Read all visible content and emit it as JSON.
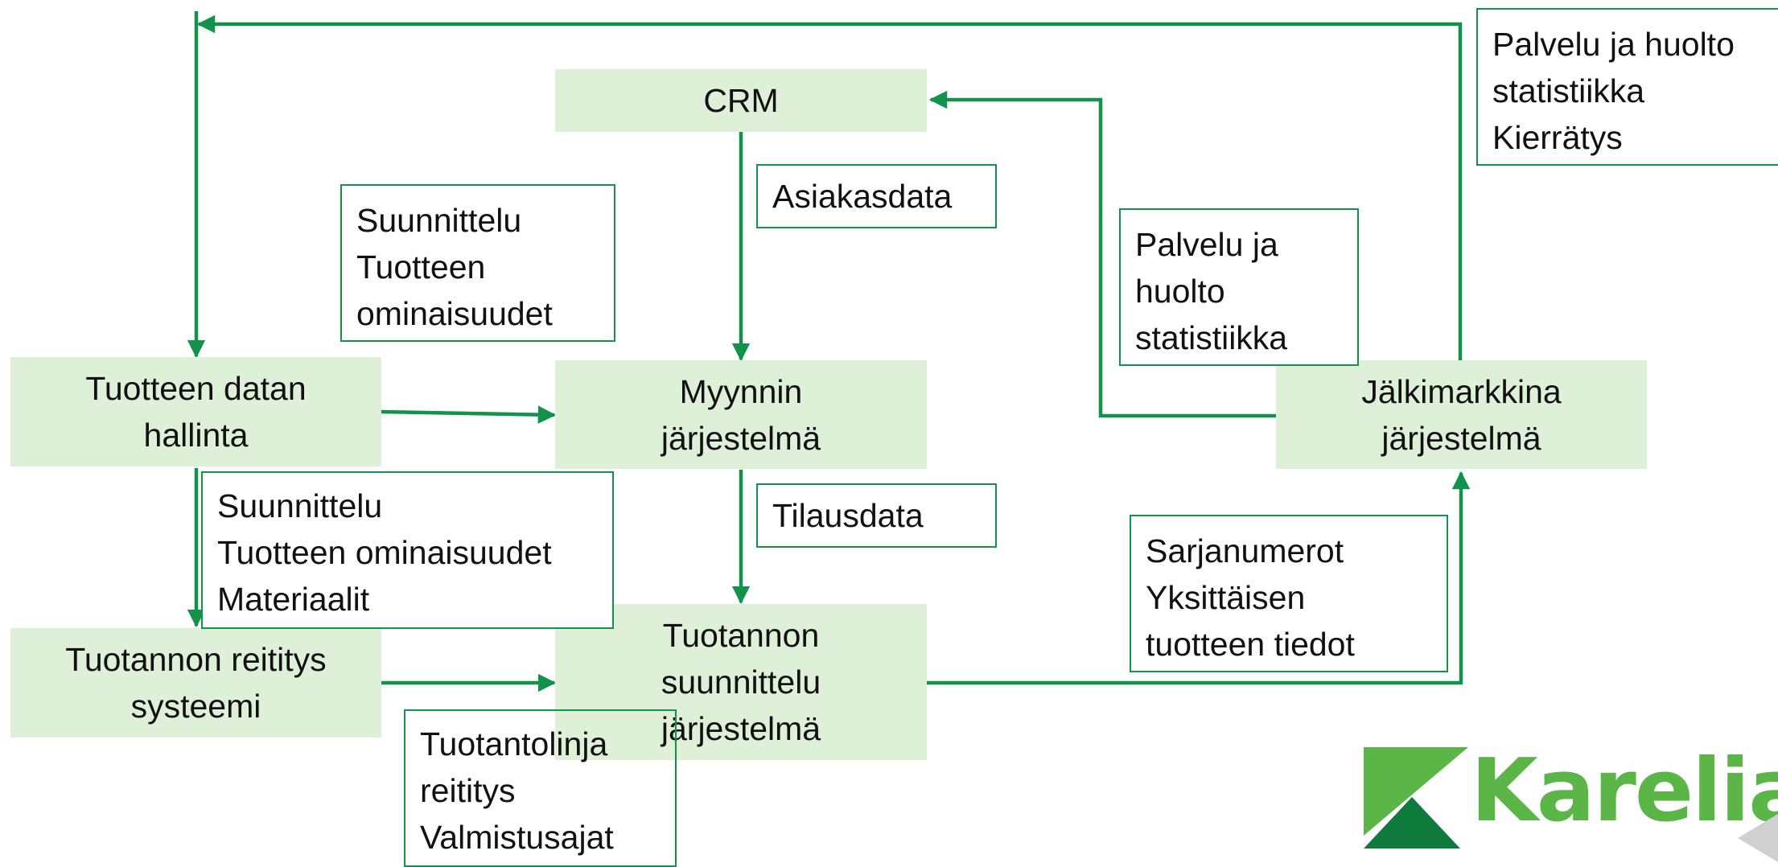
{
  "colors": {
    "arrow": "#13924b",
    "node_fill": "#dff0d8",
    "note_border": "#13924b",
    "logo_light": "#5cb547",
    "logo_dark": "#0e7a3c"
  },
  "nodes": {
    "crm": [
      "CRM"
    ],
    "pdm": [
      "Tuotteen datan",
      "hallinta"
    ],
    "sales": [
      "Myynnin",
      "järjestelmä"
    ],
    "aftermarket": [
      "Jälkimarkkina",
      "järjestelmä"
    ],
    "routing": [
      "Tuotannon reititys",
      "systeemi"
    ],
    "production": [
      "Tuotannon",
      "suunnittelu",
      "järjestelmä"
    ]
  },
  "notes": {
    "service_recycling": [
      "Palvelu ja huolto",
      "statistiikka",
      "Kierrätys"
    ],
    "customer_data": [
      "Asiakasdata"
    ],
    "design_features": [
      "Suunnittelu",
      "Tuotteen",
      "ominaisuudet"
    ],
    "service_stats": [
      "Palvelu ja",
      "huolto",
      "statistiikka"
    ],
    "design_materials": [
      "Suunnittelu",
      "Tuotteen ominaisuudet",
      "Materiaalit"
    ],
    "order_data": [
      "Tilausdata"
    ],
    "serial_numbers": [
      "Sarjanumerot",
      "Yksittäisen",
      "tuotteen tiedot"
    ],
    "line_routing": [
      "Tuotantolinja",
      "reititys",
      "Valmistusajat"
    ]
  },
  "logo": {
    "text": "Karelia"
  }
}
